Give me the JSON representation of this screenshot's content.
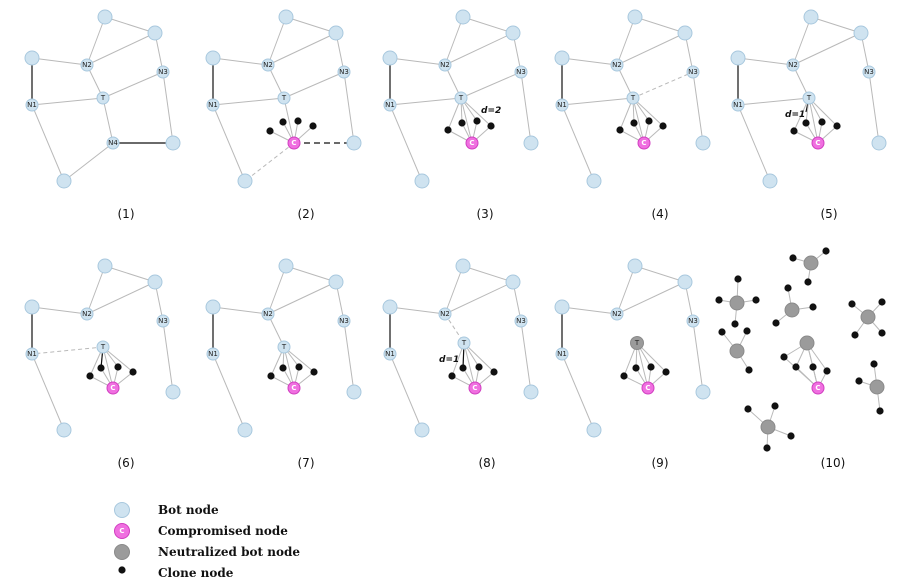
{
  "node_labels": {
    "n1": "N1",
    "n2": "N2",
    "n3": "N3",
    "n4": "N4",
    "t": "T",
    "c": "C"
  },
  "panels": [
    {
      "label": "(1)"
    },
    {
      "label": "(2)"
    },
    {
      "label": "(3)",
      "annotation": "d=2"
    },
    {
      "label": "(4)"
    },
    {
      "label": "(5)",
      "annotation": "d=1"
    },
    {
      "label": "(6)"
    },
    {
      "label": "(7)"
    },
    {
      "label": "(8)",
      "annotation": "d=1"
    },
    {
      "label": "(9)"
    },
    {
      "label": "(10)"
    }
  ],
  "legend": [
    {
      "type": "bot",
      "text": "Bot node"
    },
    {
      "type": "compromised",
      "text": "Compromised node"
    },
    {
      "type": "neutralized",
      "text": "Neutralized bot node"
    },
    {
      "type": "clone",
      "text": "Clone node"
    }
  ],
  "colors": {
    "bot": "#cfe3f0",
    "compromised": "#f06fe0",
    "neutralized": "#9b9b9b",
    "clone": "#111111"
  }
}
